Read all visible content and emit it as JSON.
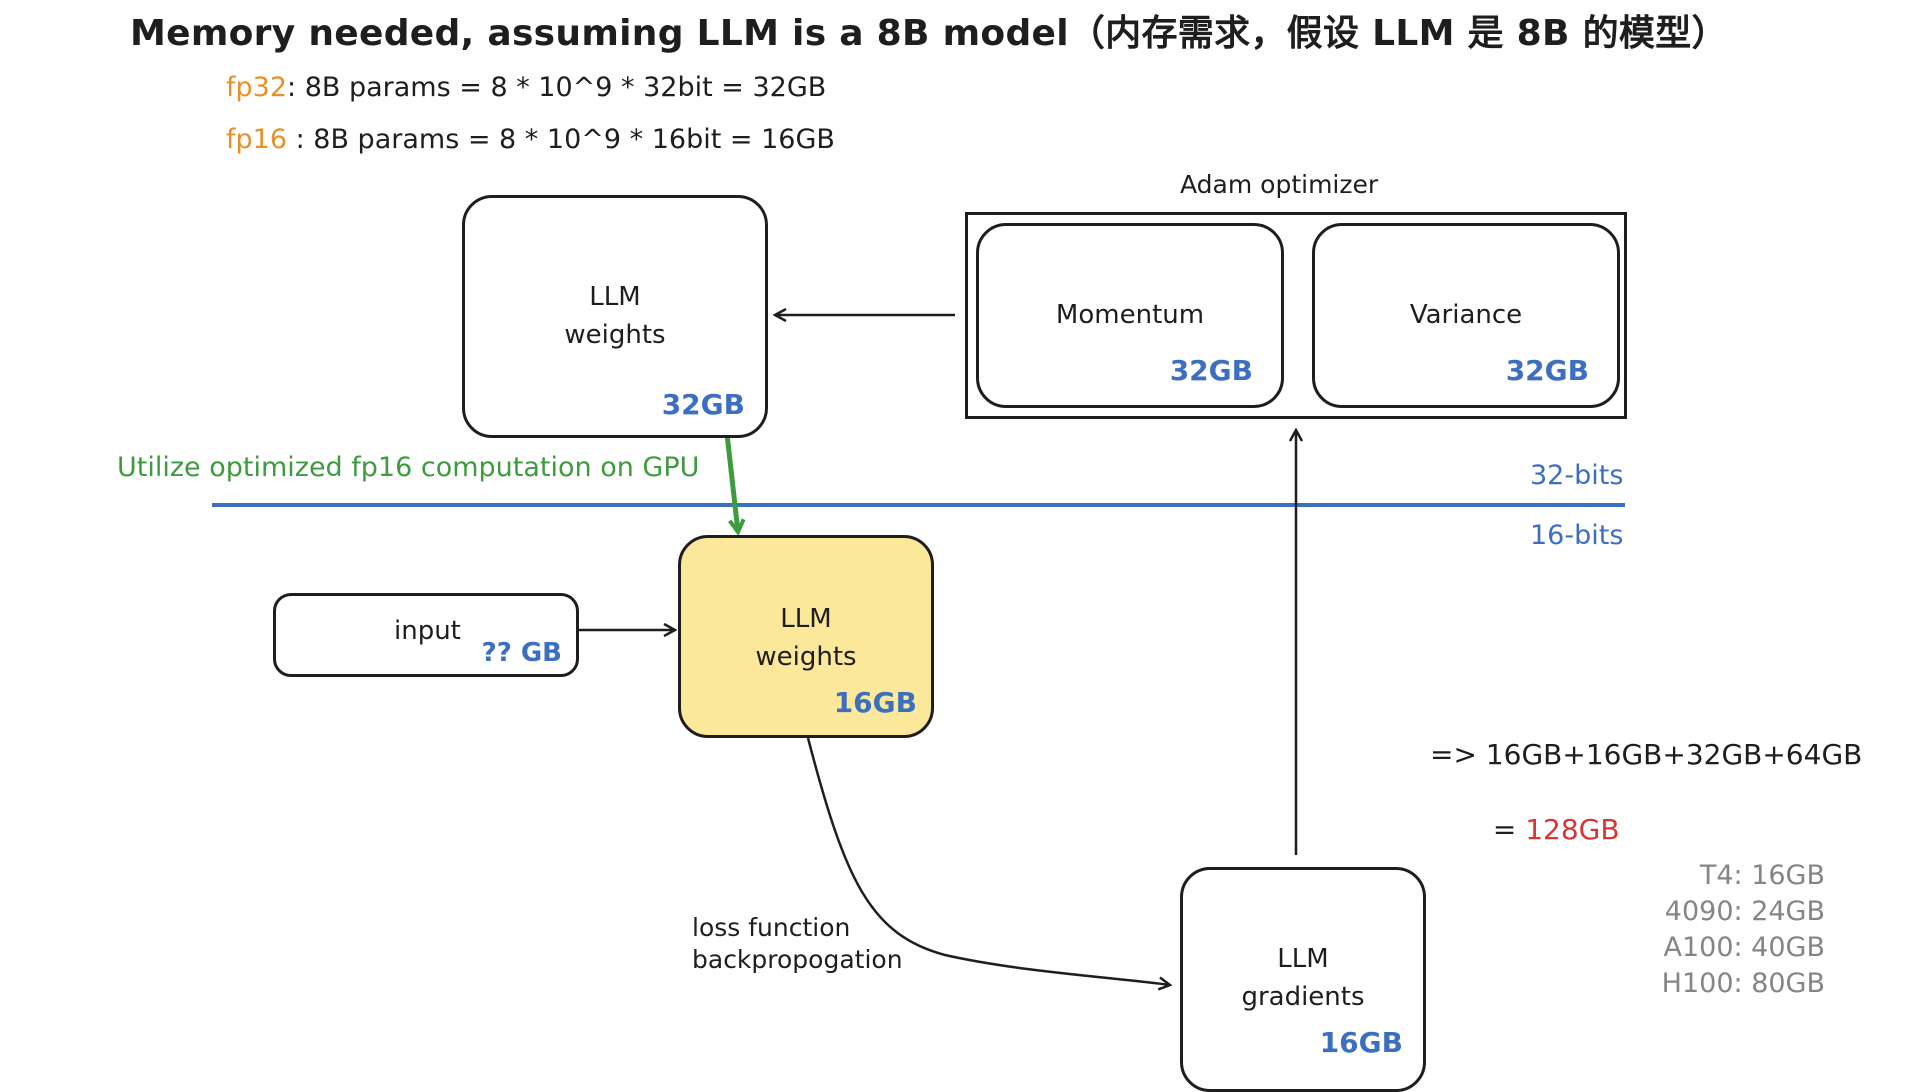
{
  "title": "Memory needed, assuming LLM is a 8B model（内存需求，假设 LLM 是 8B 的模型）",
  "fp32": {
    "label": "fp32",
    "text": ": 8B params = 8 * 10^9 * 32bit = 32GB"
  },
  "fp16": {
    "label": "fp16",
    "text": " : 8B params = 8 * 10^9 * 16bit = 16GB"
  },
  "weights32": {
    "line1": "LLM",
    "line2": "weights",
    "size": "32GB"
  },
  "optimizer": {
    "label": "Adam optimizer",
    "momentum": {
      "name": "Momentum",
      "size": "32GB"
    },
    "variance": {
      "name": "Variance",
      "size": "32GB"
    }
  },
  "utilize_text": "Utilize optimized fp16 computation on GPU",
  "bits32_label": "32-bits",
  "bits16_label": "16-bits",
  "input": {
    "name": "input",
    "size": "?? GB"
  },
  "weights16": {
    "line1": "LLM",
    "line2": "weights",
    "size": "16GB",
    "fill": "#fbe89b"
  },
  "loss": {
    "line1": "loss function",
    "line2": "backpropogation"
  },
  "gradients": {
    "line1": "LLM",
    "line2": "gradients",
    "size": "16GB"
  },
  "total": {
    "line1": "=> 16GB+16GB+32GB+64GB",
    "eq": "= ",
    "value": "128GB"
  },
  "gpus": [
    "T4: 16GB",
    "4090: 24GB",
    "A100: 40GB",
    "H100: 80GB"
  ],
  "colors": {
    "blue": "#3d6fc1",
    "green": "#3e9b3e",
    "orange": "#e8912a",
    "red": "#d93535",
    "gray": "#858585",
    "highlight": "#fbe89b"
  }
}
